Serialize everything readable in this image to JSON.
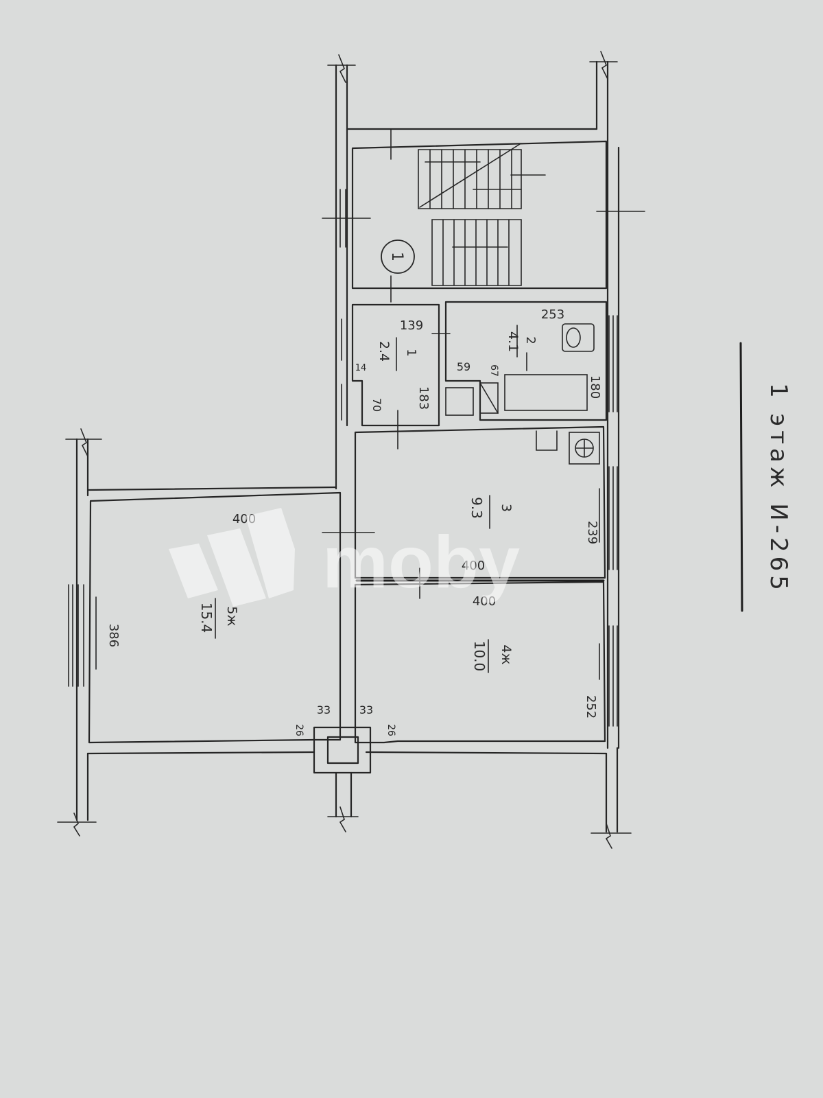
{
  "sheet": {
    "paper_color": "#dadcdb",
    "ink_color": "#262626",
    "title": "1 этаж И-265"
  },
  "watermark": {
    "text": "moby",
    "icon": "moby-logo-icon"
  },
  "rooms": [
    {
      "id": "1",
      "number": "1",
      "area": "2.4",
      "dims": [
        "139",
        "183",
        "14",
        "70"
      ]
    },
    {
      "id": "2",
      "number": "2",
      "area": "4.1",
      "dims": [
        "253",
        "180",
        "59",
        "67"
      ]
    },
    {
      "id": "3",
      "number": "3",
      "area": "9.3",
      "dims": [
        "400",
        "239"
      ]
    },
    {
      "id": "4",
      "number": "4ж",
      "area": "10.0",
      "dims": [
        "400",
        "252",
        "33",
        "26"
      ]
    },
    {
      "id": "5",
      "number": "5ж",
      "area": "15.4",
      "dims": [
        "400",
        "386",
        "33",
        "26"
      ]
    }
  ],
  "stair_marker": "1"
}
